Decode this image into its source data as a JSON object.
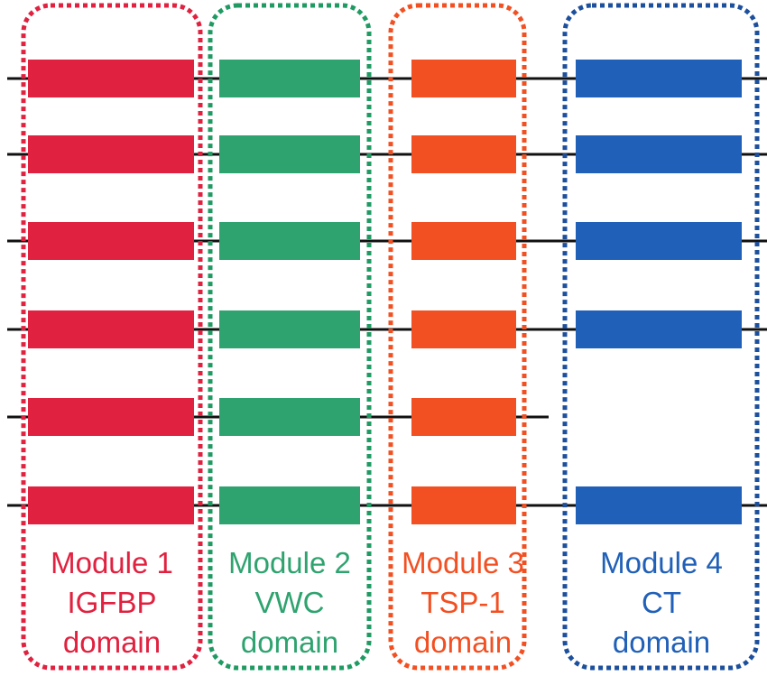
{
  "modules": [
    {
      "name": "Module 1",
      "domain_name": "IGFBP",
      "domain_word": "domain",
      "color": "#e0213f",
      "border_color": "#e0213f"
    },
    {
      "name": "Module 2",
      "domain_name": "VWC",
      "domain_word": "domain",
      "color": "#2fa36f",
      "border_color": "#1f9a62"
    },
    {
      "name": "Module 3",
      "domain_name": "TSP-1",
      "domain_word": "domain",
      "color": "#f25022",
      "border_color": "#f25022"
    },
    {
      "name": "Module 4",
      "domain_name": "CT",
      "domain_word": "domain",
      "color": "#2060b8",
      "border_color": "#1c4f9c"
    }
  ],
  "rows": [
    {
      "present": [
        true,
        true,
        true,
        true
      ]
    },
    {
      "present": [
        true,
        true,
        true,
        true
      ]
    },
    {
      "present": [
        true,
        true,
        true,
        true
      ]
    },
    {
      "present": [
        true,
        true,
        true,
        true
      ]
    },
    {
      "present": [
        true,
        true,
        true,
        false
      ]
    },
    {
      "present": [
        true,
        true,
        true,
        true
      ]
    }
  ],
  "line_color": "#111111"
}
